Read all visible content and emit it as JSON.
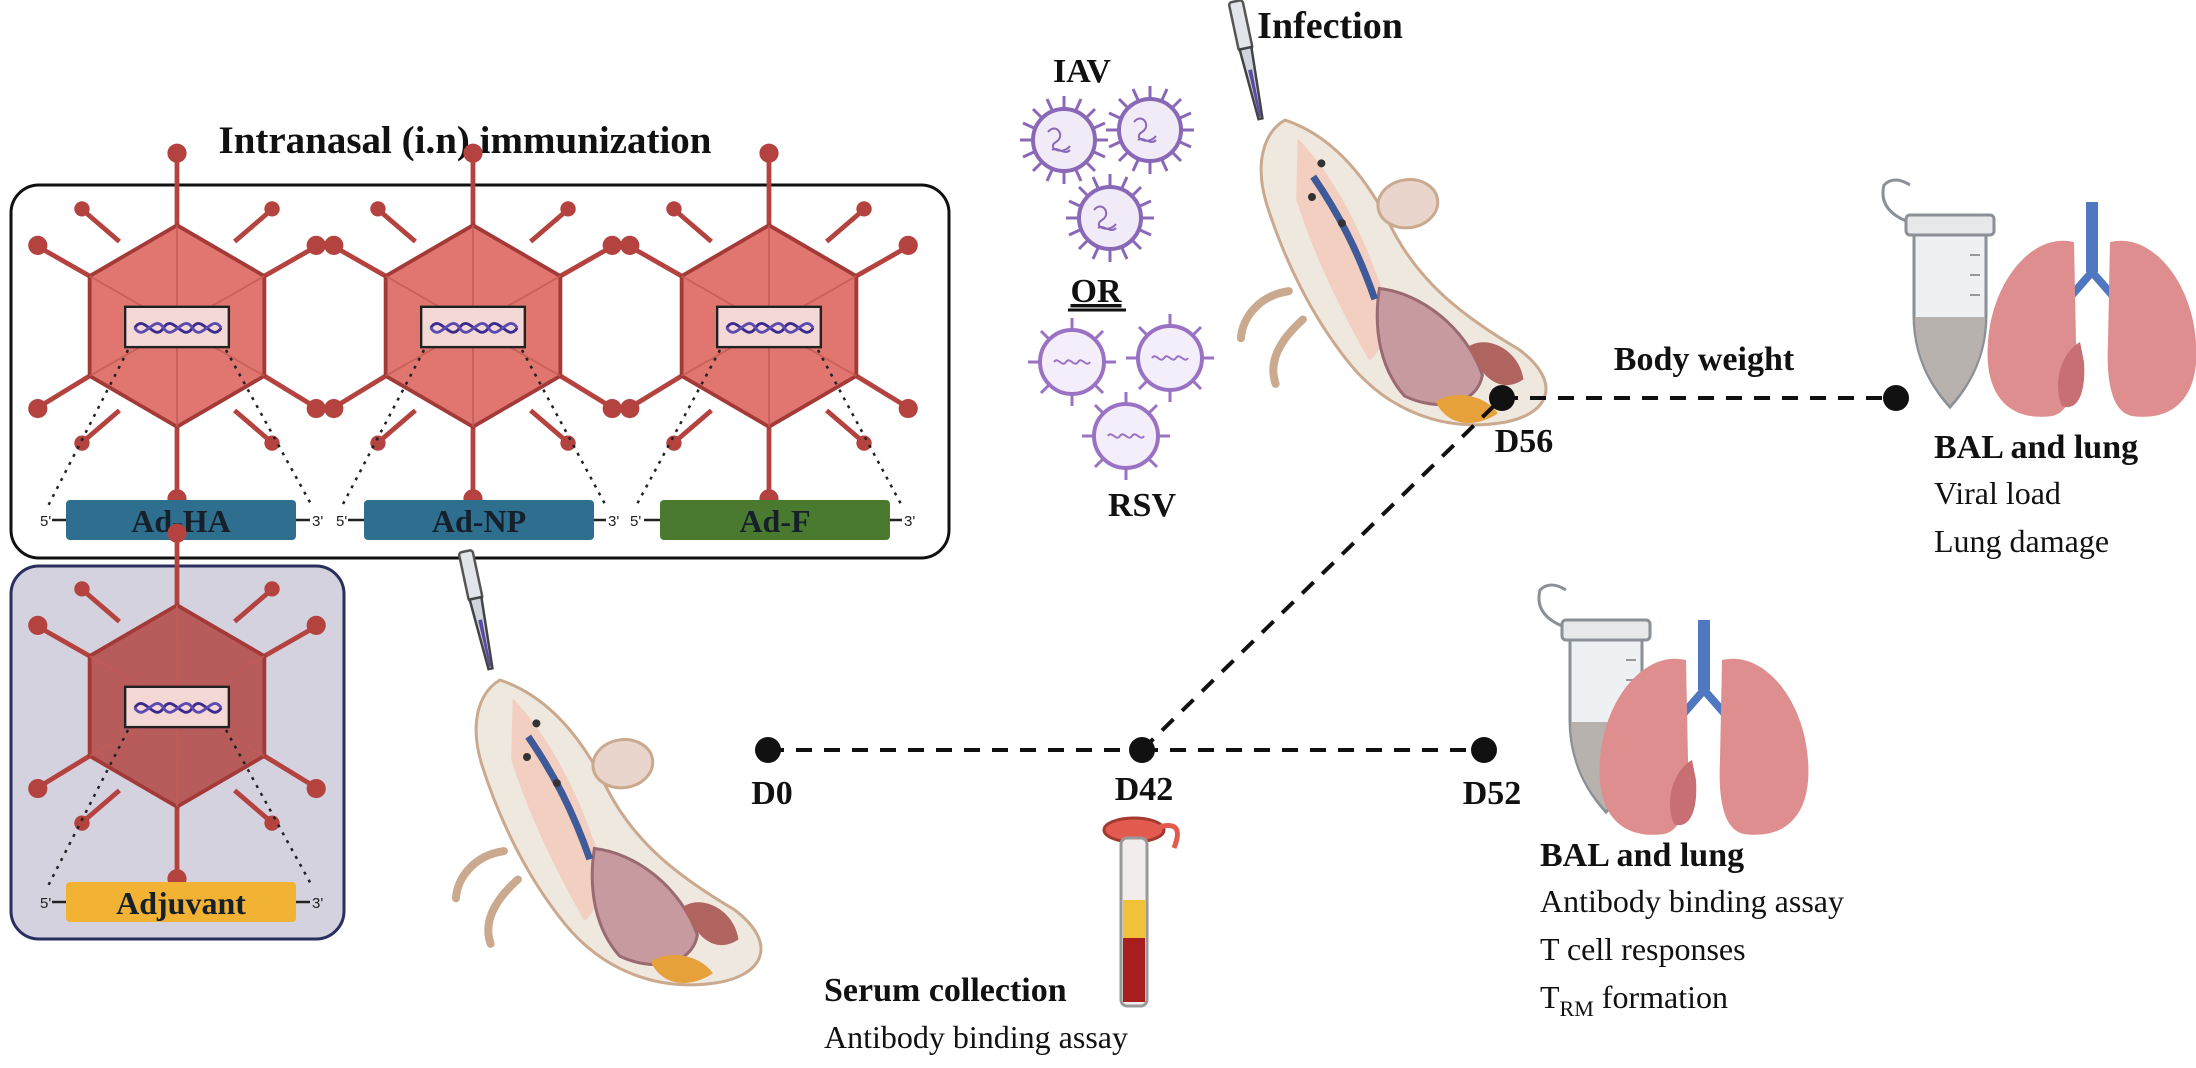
{
  "title": "Intranasal (i.n) immunization",
  "vectors": [
    {
      "label": "Ad-HA",
      "color": "#2e6e8e"
    },
    {
      "label": "Ad-NP",
      "color": "#2e6e8e"
    },
    {
      "label": "Ad-F",
      "color": "#4a7a30"
    }
  ],
  "adjuvant": {
    "label": "Adjuvant",
    "color": "#f2b233",
    "panel_color": "#d4d2de"
  },
  "strand_labels": {
    "five": "5'",
    "three": "3'"
  },
  "infection": {
    "title": "Infection",
    "virus_a": "IAV",
    "or_label": "OR",
    "virus_b": "RSV"
  },
  "timeline": {
    "d0": "D0",
    "d42": "D42",
    "d52": "D52",
    "d56": "D56",
    "body_weight": "Body weight"
  },
  "serum": {
    "title": "Serum collection",
    "assay": "Antibody binding assay"
  },
  "d52_readout": {
    "title": "BAL and lung",
    "lines": [
      "Antibody binding assay",
      "T cell responses"
    ],
    "trm_main": "T",
    "trm_sub": "RM",
    "trm_rest": " formation"
  },
  "d56_readout": {
    "title": "BAL and lung",
    "lines": [
      "Viral load",
      "Lung damage"
    ]
  },
  "colors": {
    "capsid": "#e0766f",
    "capsid_dark": "#b4423f",
    "adjuvant_capsid": "#b85b5b",
    "virus_iav": "#8a68b8",
    "virus_rsv": "#9a72c4",
    "lung": "#de8e8e",
    "airway": "#4f78c0"
  }
}
